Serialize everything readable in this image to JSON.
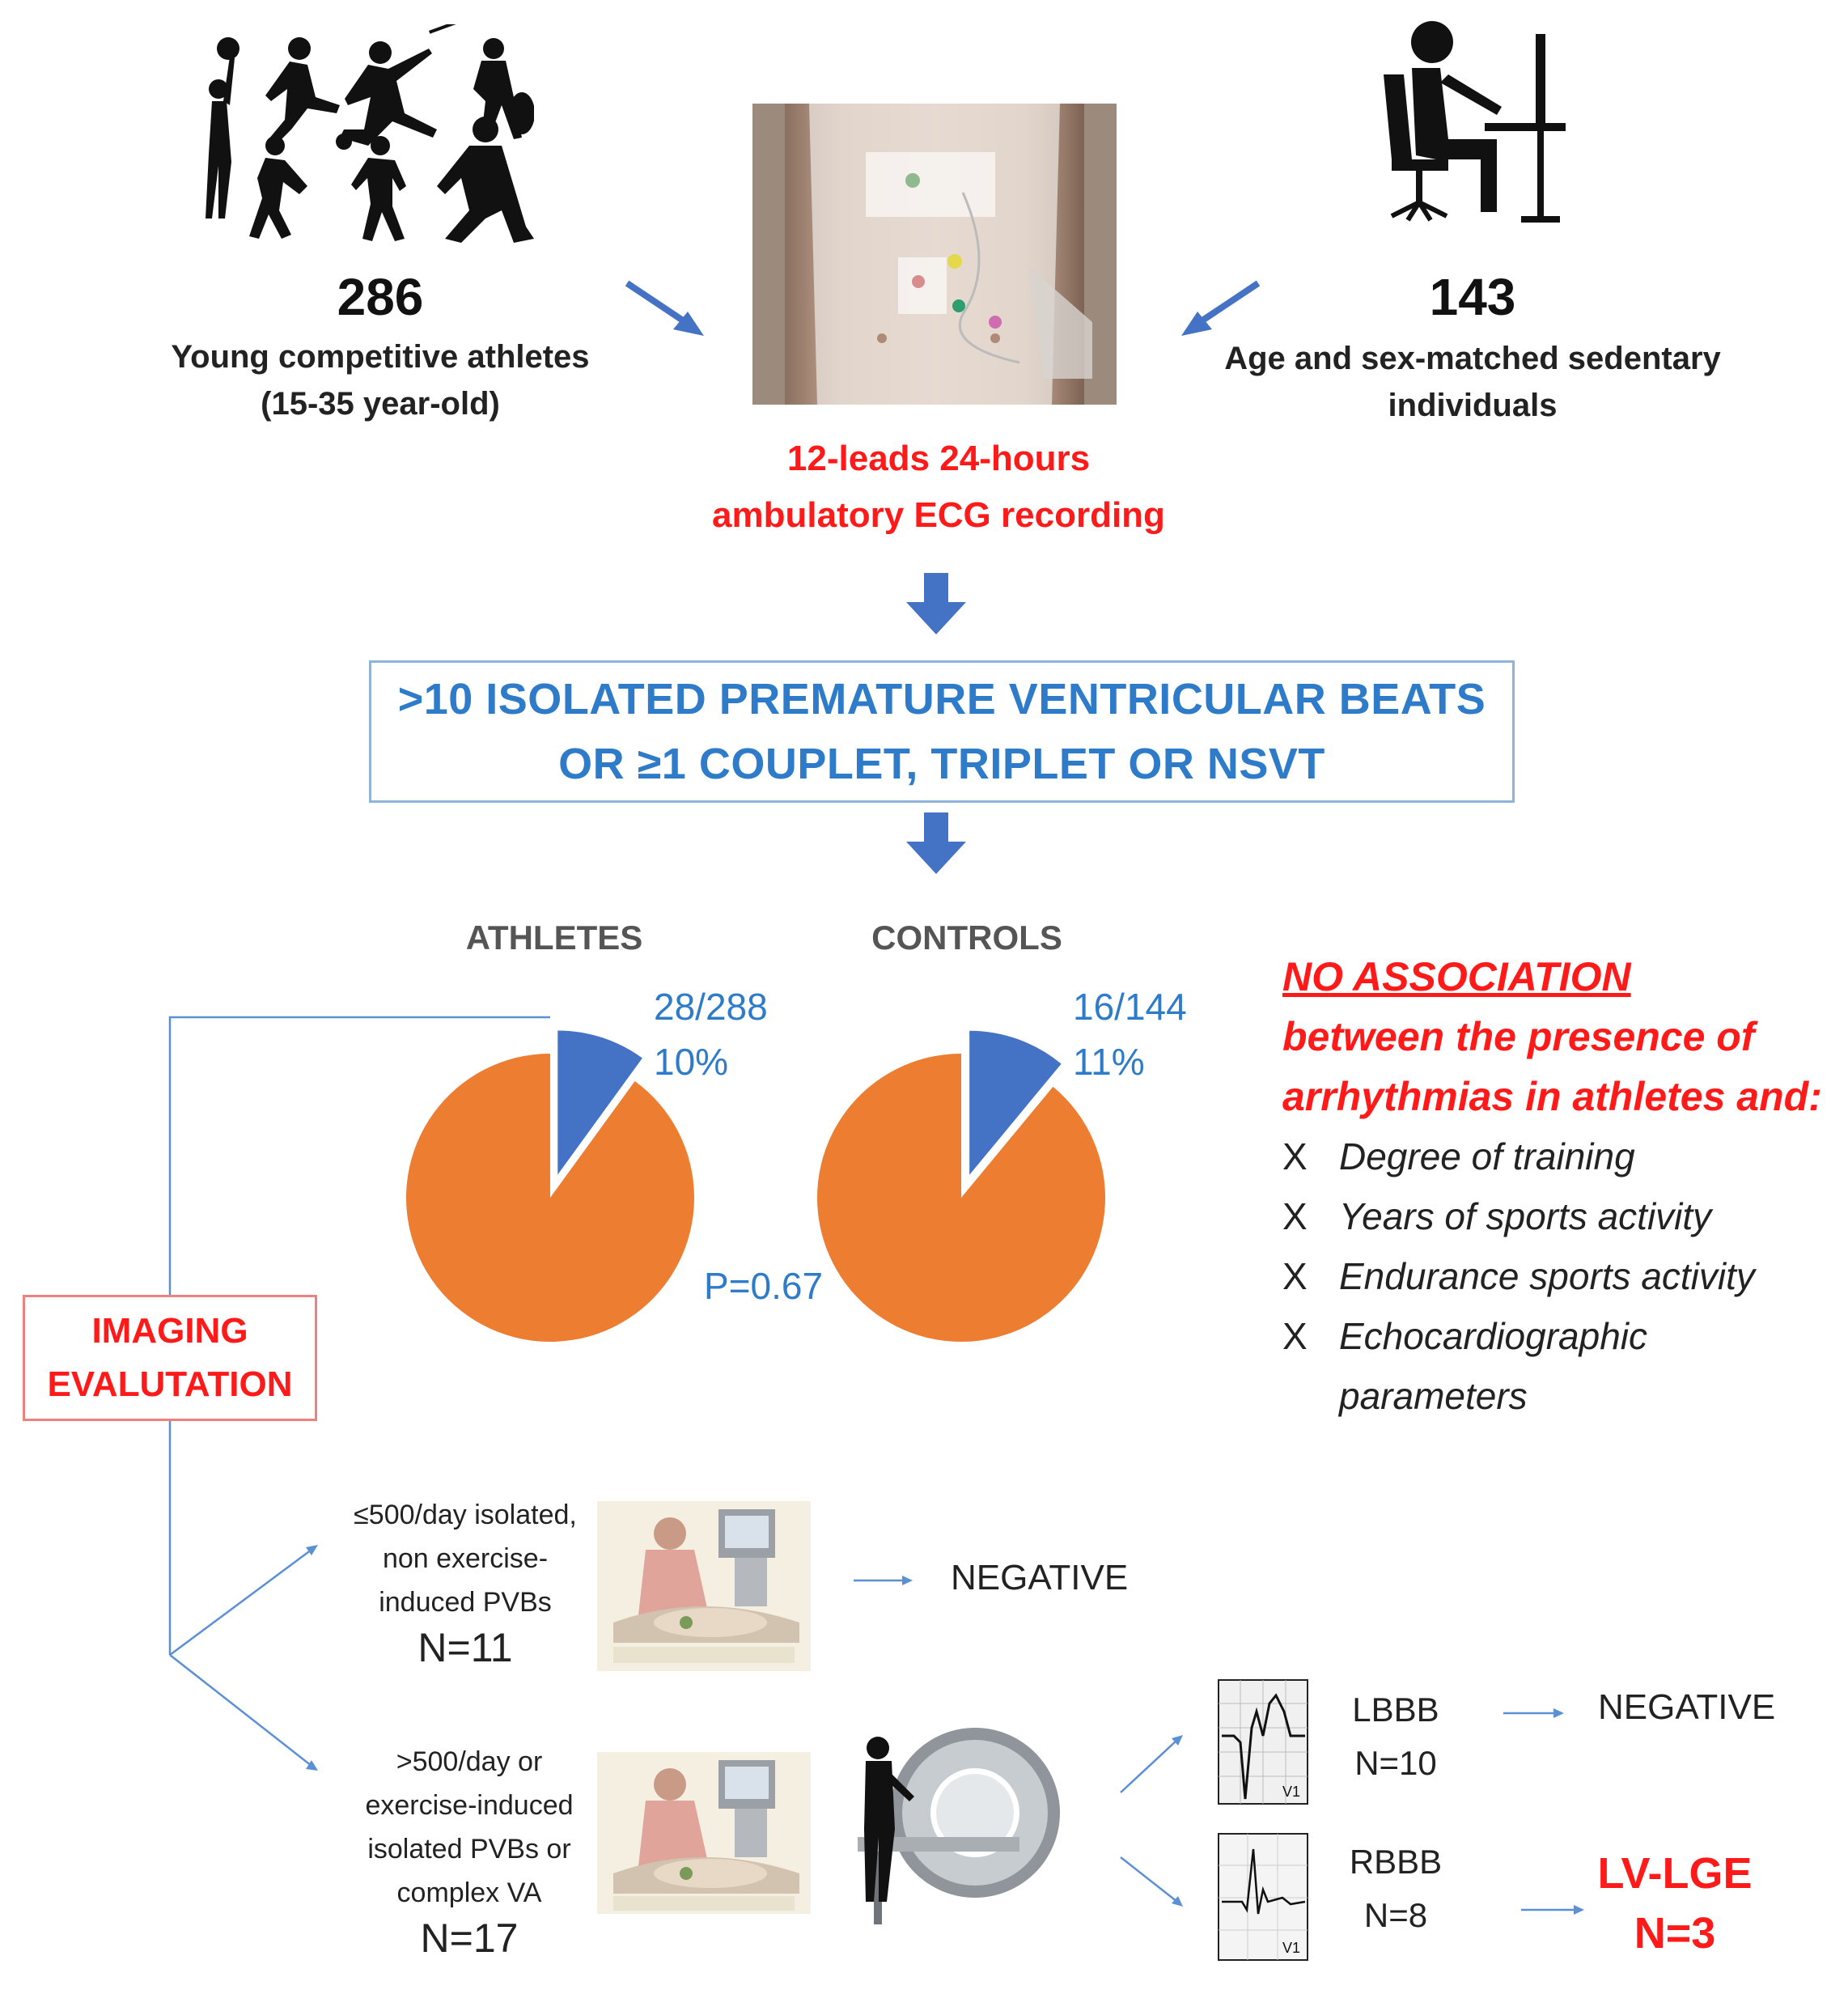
{
  "athletes": {
    "count": "286",
    "line1": "Young competitive athletes",
    "line2": "(15-35 year-old)"
  },
  "controls": {
    "count": "143",
    "line1": "Age and sex-matched sedentary",
    "line2": "individuals"
  },
  "ecg": {
    "line1": "12-leads 24-hours",
    "line2": "ambulatory ECG recording"
  },
  "criteria": {
    "line1": ">10 ISOLATED PREMATURE VENTRICULAR BEATS",
    "line2": "OR ≥1 COUPLET, TRIPLET OR NSVT"
  },
  "pies": {
    "athletes_label": "ATHLETES",
    "athletes_fraction": "28/288",
    "athletes_percent": "10%",
    "controls_label": "CONTROLS",
    "controls_fraction": "16/144",
    "controls_percent": "11%",
    "p_value": "P=0.67",
    "colors": {
      "positive": "#4472c4",
      "negative": "#ed7d31"
    }
  },
  "chart_data": [
    {
      "type": "pie",
      "title": "ATHLETES",
      "slices": [
        {
          "label": "28/288",
          "value": 10
        },
        {
          "label": "",
          "value": 90
        }
      ]
    },
    {
      "type": "pie",
      "title": "CONTROLS",
      "slices": [
        {
          "label": "16/144",
          "value": 11
        },
        {
          "label": "",
          "value": 89
        }
      ]
    }
  ],
  "no_association": {
    "title1": "NO ASSOCIATION",
    "title2": "between the presence of",
    "title3": "arrhythmias in athletes and:",
    "mark": "X",
    "items": [
      "Degree of training",
      "Years of sports activity",
      "Endurance sports activity",
      "Echocardiographic",
      "parameters"
    ]
  },
  "imaging": {
    "line1": "IMAGING",
    "line2": "EVALUTATION"
  },
  "branch_low": {
    "line1": "≤500/day isolated,",
    "line2": "non exercise-",
    "line3": "induced PVBs",
    "n": "N=11",
    "result": "NEGATIVE"
  },
  "branch_high": {
    "line1": ">500/day or",
    "line2": "exercise-induced",
    "line3": "isolated PVBs or",
    "line4": "complex VA",
    "n": "N=17"
  },
  "lbbb": {
    "label": "LBBB",
    "n": "N=10",
    "lead": "V1",
    "result": "NEGATIVE"
  },
  "rbbb": {
    "label": "RBBB",
    "n": "N=8",
    "lead": "V1",
    "result1": "LV-LGE",
    "result2": "N=3"
  }
}
